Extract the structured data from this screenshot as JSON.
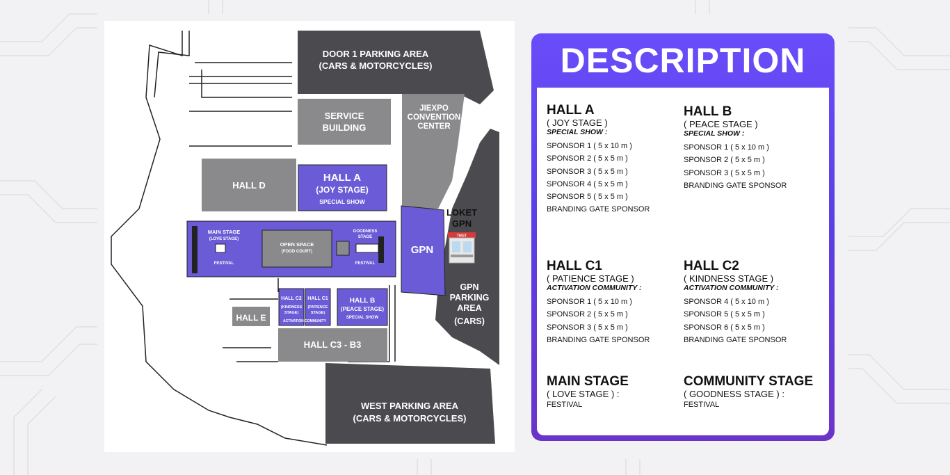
{
  "map": {
    "labels": {
      "door1_line1": "DOOR 1 PARKING AREA",
      "door1_line2": "(CARS & MOTORCYCLES)",
      "service_line1": "SERVICE",
      "service_line2": "BUILDING",
      "jiexpo_line1": "JIEXPO",
      "jiexpo_line2": "CONVENTION",
      "jiexpo_line3": "CENTER",
      "hall_d": "HALL D",
      "hall_a_title": "HALL A",
      "hall_a_sub": "(JOY STAGE)",
      "hall_a_note": "SPECIAL SHOW",
      "main_stage_line1": "MAIN STAGE",
      "main_stage_line2": "(LOVE STAGE)",
      "main_stage_note": "FESTIVAL",
      "open_space_line1": "OPEN SPACE",
      "open_space_line2": "(FOOD COURT)",
      "goodness_line1": "GOODNESS",
      "goodness_line2": "STAGE",
      "goodness_note": "FESTIVAL",
      "gpn": "GPN",
      "loket_line1": "LOKET",
      "loket_line2": "GPN",
      "ticket": "TIKET",
      "gpn_parking_line1": "GPN",
      "gpn_parking_line2": "PARKING",
      "gpn_parking_line3": "AREA",
      "gpn_parking_line4": "(CARS)",
      "hall_c2_line1": "HALL C2",
      "hall_c2_line2": "(KINDNESS",
      "hall_c2_line3": "STAGE)",
      "hall_c1_line1": "HALL C1",
      "hall_c1_line2": "(PATIENCE",
      "hall_c1_line3": "STAGE)",
      "activation_community": "ACTIVATION COMMUNITY",
      "hall_b_title": "HALL B",
      "hall_b_sub": "(PEACE STAGE)",
      "hall_b_note": "SPECIAL SHOW",
      "hall_e": "HALL E",
      "hall_c3": "HALL C3 - B3",
      "west_line1": "WEST PARKING AREA",
      "west_line2": "(CARS & MOTORCYCLES)"
    },
    "colors": {
      "purple": "#6b5bd6",
      "dark_gray": "#4b4b4f",
      "mid_gray": "#8a8a8d",
      "light_gray": "#a0a0a3"
    }
  },
  "description": {
    "title": "DESCRIPTION",
    "hall_a": {
      "title": "HALL A",
      "subtitle": "( JOY STAGE )",
      "category": "SPECIAL SHOW :",
      "items": [
        "SPONSOR 1 ( 5 x 10 m )",
        "SPONSOR 2 ( 5 x 5 m )",
        "SPONSOR 3 ( 5 x 5 m )",
        "SPONSOR 4 ( 5 x 5 m )",
        "SPONSOR 5 ( 5 x 5 m )",
        "BRANDING GATE SPONSOR"
      ]
    },
    "hall_b": {
      "title": "HALL B",
      "subtitle": "( PEACE STAGE )",
      "category": "SPECIAL SHOW :",
      "items": [
        "SPONSOR 1 ( 5 x 10 m )",
        "SPONSOR 2 ( 5 x 5 m )",
        "SPONSOR 3 ( 5 x 5 m )",
        "BRANDING GATE SPONSOR"
      ]
    },
    "hall_c1": {
      "title": "HALL C1",
      "subtitle": "( PATIENCE STAGE )",
      "category": "ACTIVATION COMMUNITY :",
      "items": [
        "SPONSOR 1 ( 5 x 10 m )",
        "SPONSOR 2 ( 5 x 5 m )",
        "SPONSOR 3 ( 5 x 5 m )",
        "BRANDING GATE SPONSOR"
      ]
    },
    "hall_c2": {
      "title": "HALL C2",
      "subtitle": "( KINDNESS STAGE )",
      "category": "ACTIVATION COMMUNITY :",
      "items": [
        "SPONSOR 4 ( 5 x 10 m )",
        "SPONSOR 5 ( 5 x 5 m )",
        "SPONSOR 6 ( 5 x 5 m )",
        "BRANDING GATE SPONSOR"
      ]
    },
    "main_stage": {
      "title": "MAIN STAGE",
      "subtitle": "( LOVE STAGE ) :",
      "note": "FESTIVAL"
    },
    "community_stage": {
      "title": "COMMUNITY STAGE",
      "subtitle": "( GOODNESS STAGE ) :",
      "note": "FESTIVAL"
    }
  }
}
